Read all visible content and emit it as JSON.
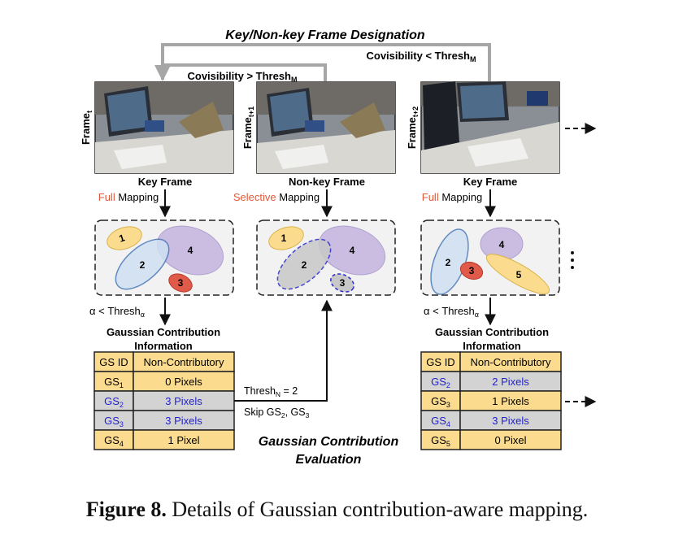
{
  "title": "Key/Non-key Frame Designation",
  "cond_key": {
    "base": "Covisibility > Thresh",
    "sub": "M"
  },
  "cond_nonkey": {
    "base": "Covisibility < Thresh",
    "sub": "M"
  },
  "frames": [
    {
      "base": "Frame",
      "sub": "t",
      "type_label": "Key Frame",
      "mapping_mode": "Full",
      "mapping_word": "Mapping"
    },
    {
      "base": "Frame",
      "sub": "t+1",
      "type_label": "Non-key Frame",
      "mapping_mode": "Selective",
      "mapping_word": "Mapping"
    },
    {
      "base": "Frame",
      "sub": "t+2",
      "type_label": "Key Frame",
      "mapping_mode": "Full",
      "mapping_word": "Mapping"
    }
  ],
  "gaussian_labels": {
    "a": "1",
    "b": "2",
    "c": "3",
    "d": "4",
    "e": "5"
  },
  "alpha_cond": {
    "base": "α < Thresh",
    "sub": "α"
  },
  "info_title_1": "Gaussian Contribution",
  "info_title_2": "Information",
  "left_table": {
    "headers": [
      "GS ID",
      "Non-Contributory"
    ],
    "rows": [
      {
        "id": "GS",
        "sub": "1",
        "value": "0 Pixels",
        "highlight": false
      },
      {
        "id": "GS",
        "sub": "2",
        "value": "3 Pixels",
        "highlight": true
      },
      {
        "id": "GS",
        "sub": "3",
        "value": "3 Pixels",
        "highlight": true
      },
      {
        "id": "GS",
        "sub": "4",
        "value": "1 Pixel",
        "highlight": false
      }
    ]
  },
  "right_table": {
    "headers": [
      "GS ID",
      "Non-Contributory"
    ],
    "rows": [
      {
        "id": "GS",
        "sub": "2",
        "value": "2 Pixels",
        "highlight": true
      },
      {
        "id": "GS",
        "sub": "3",
        "value": "1 Pixels",
        "highlight": false
      },
      {
        "id": "GS",
        "sub": "4",
        "value": "3 Pixels",
        "highlight": true
      },
      {
        "id": "GS",
        "sub": "5",
        "value": "0 Pixel",
        "highlight": false
      }
    ]
  },
  "thresh_n": {
    "base": "Thresh",
    "sub": "N",
    "rest": " = 2"
  },
  "skip": {
    "prefix": "Skip GS",
    "sub1": "2",
    "mid": ", GS",
    "sub2": "3"
  },
  "eval_1": "Gaussian Contribution",
  "eval_2": "Evaluation",
  "caption_bold": "Figure 8.",
  "caption_text": " Details of Gaussian contribution-aware mapping.",
  "colors": {
    "accent_red": "#e05a3a",
    "blue_text": "#2222cc",
    "cell_yellow": "#fbdc8e",
    "cell_gray": "#d3d3d3",
    "arrow_gray": "#a6a6a6"
  }
}
